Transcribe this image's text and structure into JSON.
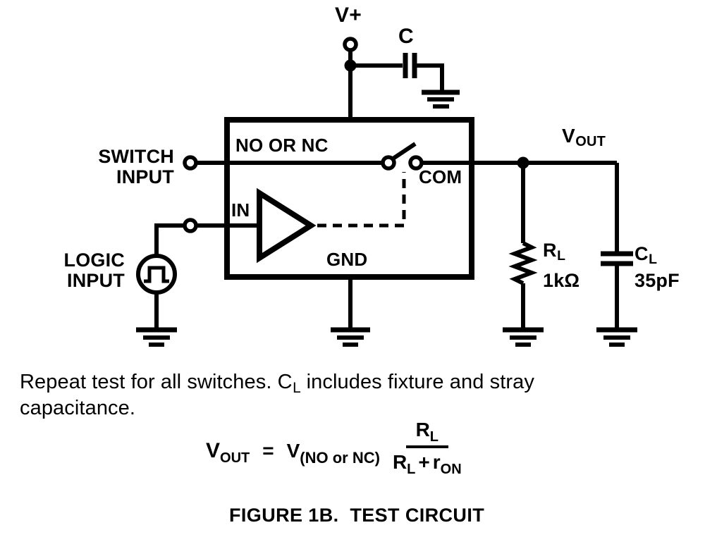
{
  "colors": {
    "ink": "#000000",
    "background": "#ffffff"
  },
  "labels": {
    "v_plus": "V+",
    "bypass_cap": "C",
    "no_or_nc": "NO OR NC",
    "com": "COM",
    "in": "IN",
    "gnd": "GND",
    "switch_input_1": "SWITCH",
    "switch_input_2": "INPUT",
    "logic_input_1": "LOGIC",
    "logic_input_2": "INPUT",
    "vout": {
      "base": "V",
      "sub": "OUT"
    },
    "rl": {
      "base": "R",
      "sub": "L",
      "value": "1kΩ"
    },
    "cl": {
      "base": "C",
      "sub": "L",
      "value": "35pF"
    }
  },
  "note": {
    "line1_pre": "Repeat test for all switches. C",
    "line1_sub": "L",
    "line1_post": " includes fixture and stray",
    "line2": "capacitance."
  },
  "formula": {
    "lhs_base": "V",
    "lhs_sub": "OUT",
    "equals": "=",
    "rhs_base": "V",
    "rhs_sub": "(NO or NC)",
    "numerator": {
      "base": "R",
      "sub": "L"
    },
    "denominator": {
      "r1_base": "R",
      "r1_sub": "L",
      "plus": "+",
      "r2_base": "r",
      "r2_sub": "ON"
    }
  },
  "caption": "FIGURE 1B.  TEST CIRCUIT"
}
